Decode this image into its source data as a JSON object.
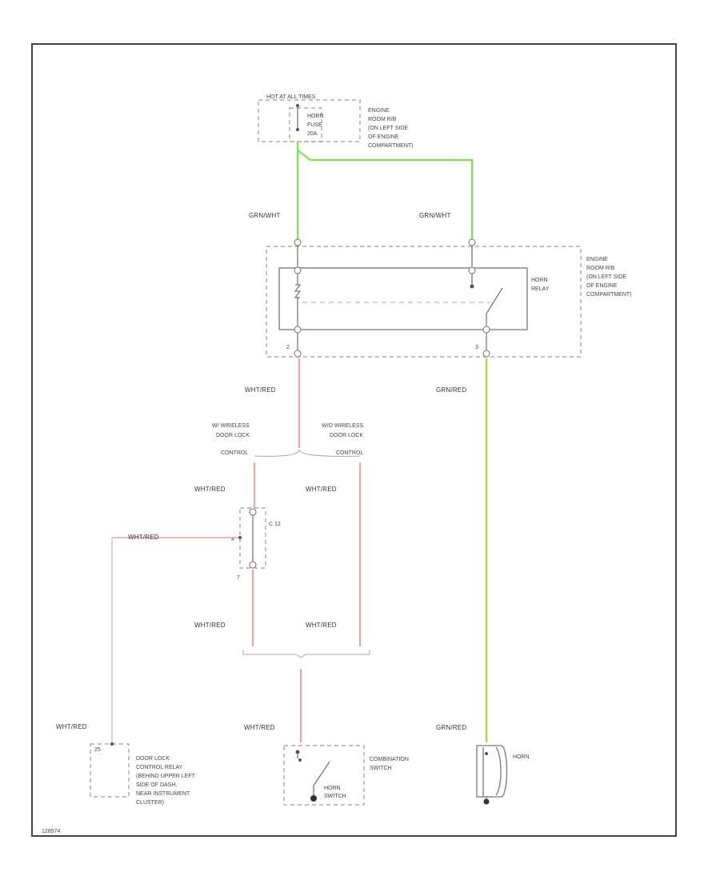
{
  "colors": {
    "green_wire": "#7de34f",
    "red_wire": "#f2a0a0",
    "yellow_green_wire": "#b3d24a",
    "frame": "#444444"
  },
  "fuse": {
    "header": "HOT AT ALL TIMES",
    "label": [
      "HORN",
      "FUSE",
      "20A"
    ],
    "location": [
      "ENGINE",
      "ROOM R/B",
      "(ON LEFT SIDE",
      "OF ENGINE",
      "COMPARTMENT)"
    ]
  },
  "relay": {
    "label": [
      "HORN",
      "RELAY"
    ],
    "location": [
      "ENGINE",
      "ROOM R/B",
      "(ON LEFT SIDE",
      "OF ENGINE",
      "COMPARTMENT)"
    ],
    "pin_left": "2",
    "pin_right": "3"
  },
  "wires": {
    "grn_wht_left": "GRN/WHT",
    "grn_wht_right": "GRN/WHT",
    "wht_red_top": "WHT/RED",
    "grn_red_top": "GRN/RED",
    "wht_red_w": "WHT/RED",
    "wht_red_wo": "WHT/RED",
    "wht_red_lead": "WHT/RED",
    "wht_red_low_left": "WHT/RED",
    "wht_red_low_right": "WHT/RED",
    "wht_red_bottom": "WHT/RED",
    "wht_red_far": "WHT/RED",
    "grn_red_bottom": "GRN/RED"
  },
  "options": {
    "with": [
      "W/ WIRELESS",
      "DOOR LOCK",
      "CONTROL"
    ],
    "without": [
      "W/O WIRELESS",
      "DOOR LOCK",
      "CONTROL"
    ]
  },
  "connector": {
    "label": "C 12",
    "pin_a": "4",
    "pin_b": "7"
  },
  "door_relay": {
    "pin": "25",
    "label": [
      "DOOR LOCK",
      "CONTROL RELAY",
      "(BEHIND UPPER LEFT",
      "SIDE OF DASH,",
      "NEAR INSTRUMENT",
      "CLUSTER)"
    ]
  },
  "combo_switch": {
    "label": [
      "COMBINATION",
      "SWITCH"
    ],
    "sub": [
      "HORN",
      "SWITCH"
    ]
  },
  "horn": {
    "label": "HORN"
  },
  "footer": {
    "code": "128574"
  }
}
